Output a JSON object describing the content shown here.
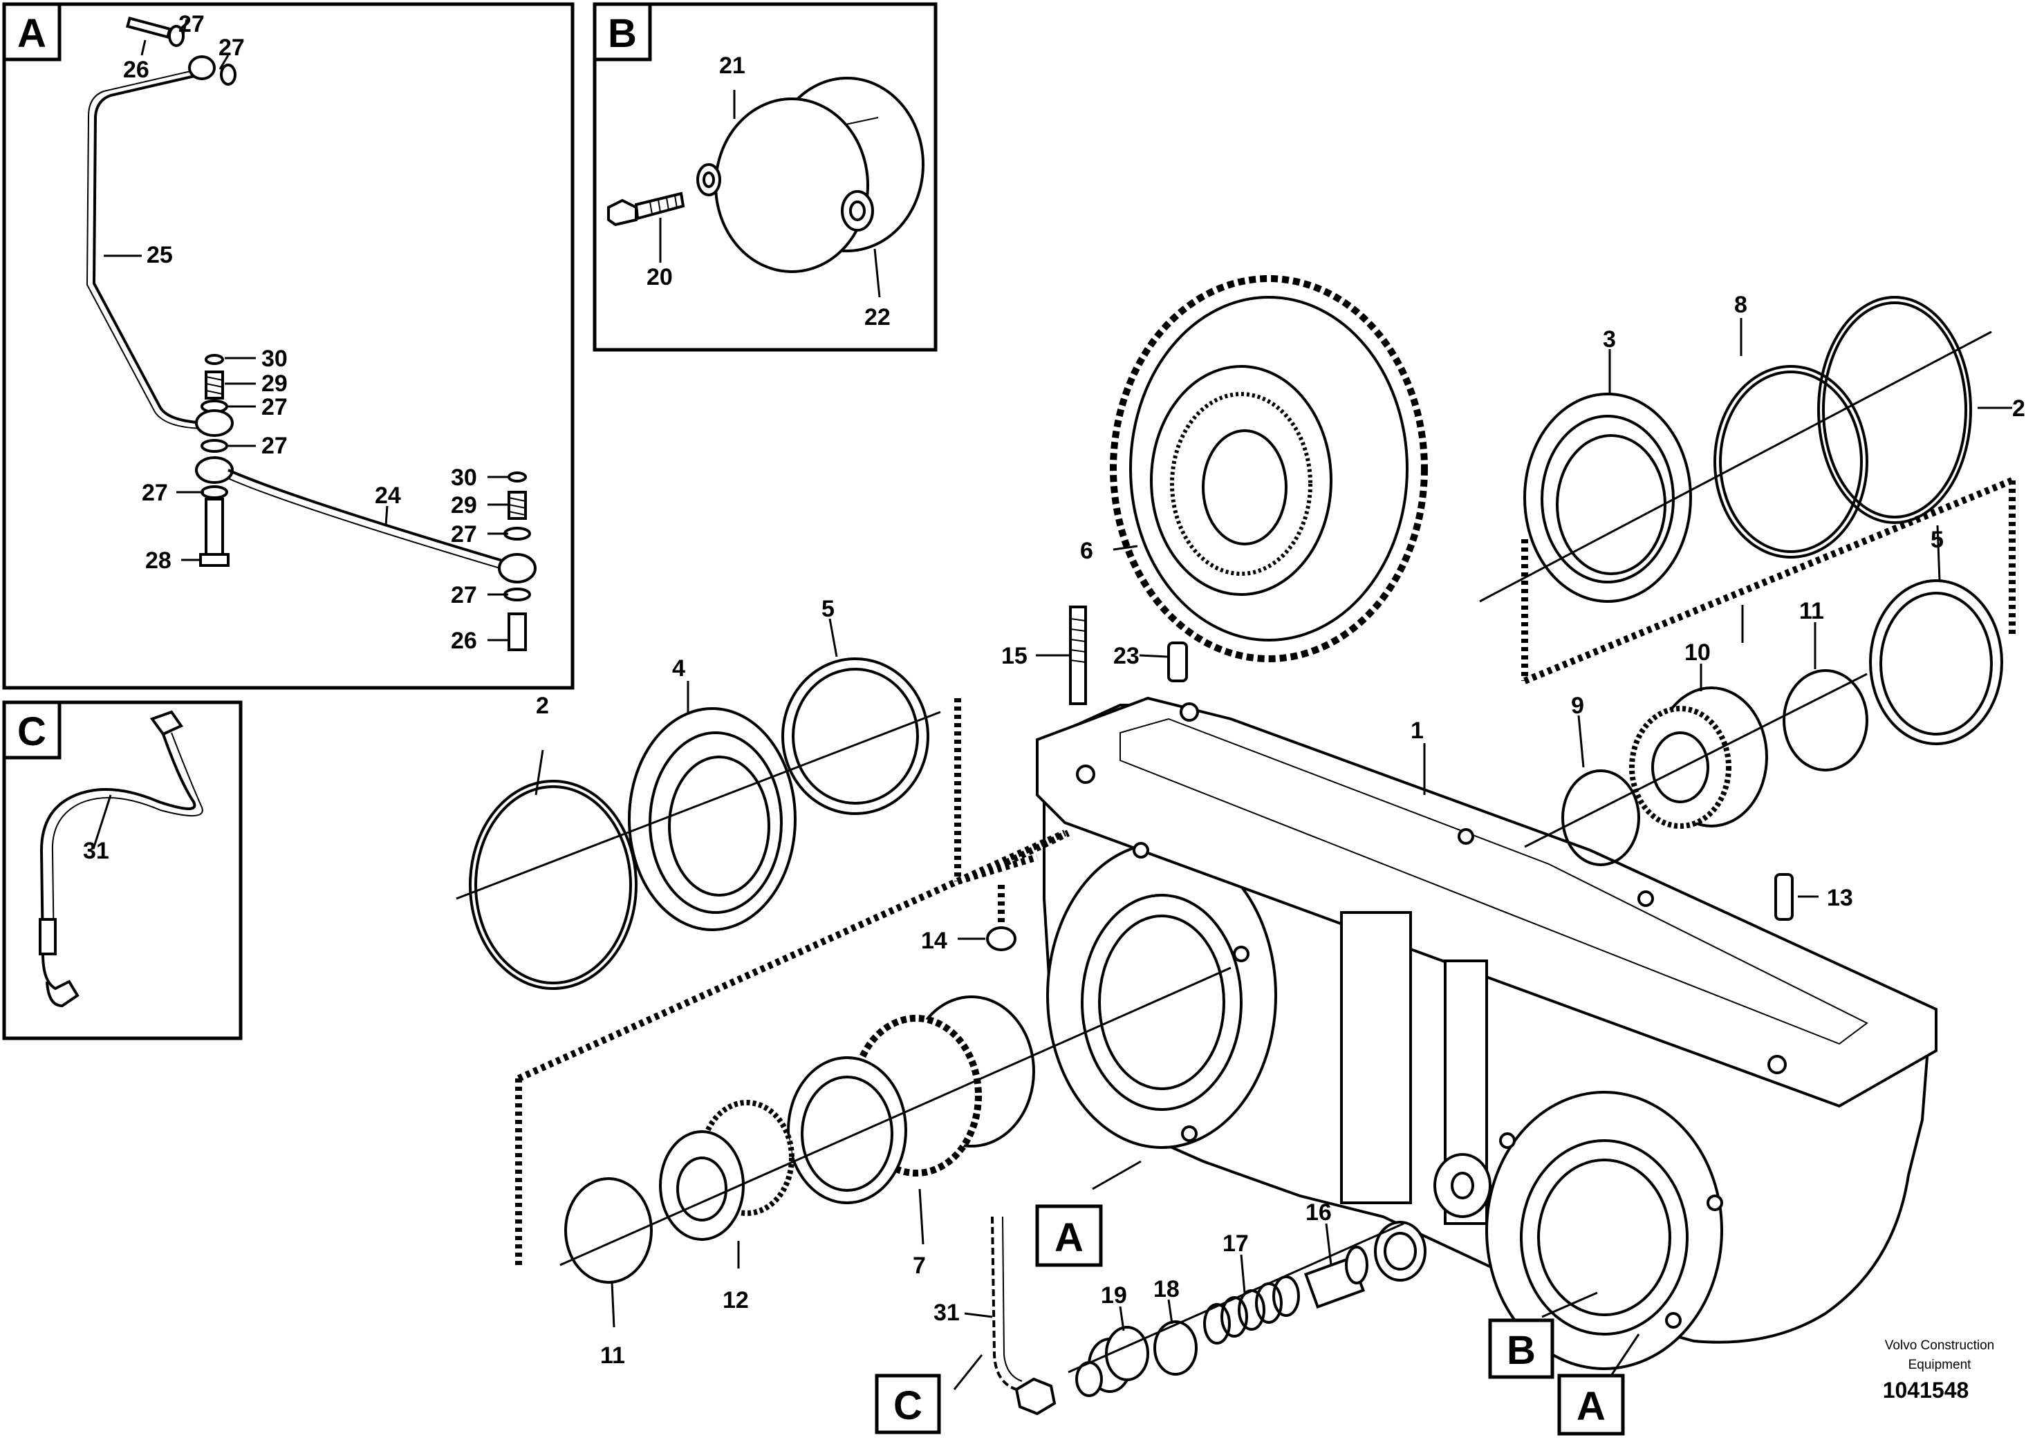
{
  "inset_boxes": {
    "A": {
      "letter": "A",
      "labels": {
        "p27a": "27",
        "p26a": "26",
        "p27b": "27",
        "p25": "25",
        "p30a": "30",
        "p29a": "29",
        "p27c": "27",
        "p27d": "27",
        "p27e": "27",
        "p24": "24",
        "p28": "28",
        "p30b": "30",
        "p29b": "29",
        "p27f": "27",
        "p27g": "27",
        "p26b": "26"
      }
    },
    "B": {
      "letter": "B",
      "labels": {
        "p21": "21",
        "p20": "20",
        "p22": "22"
      }
    },
    "C": {
      "letter": "C",
      "labels": {
        "p31": "31"
      }
    }
  },
  "main": {
    "labels": {
      "p1": "1",
      "p2a": "2",
      "p2b": "2",
      "p3": "3",
      "p4": "4",
      "p5a": "5",
      "p5b": "5",
      "p6": "6",
      "p7": "7",
      "p8": "8",
      "p9": "9",
      "p10": "10",
      "p11a": "11",
      "p11b": "11",
      "p12": "12",
      "p13": "13",
      "p14": "14",
      "p15": "15",
      "p16": "16",
      "p17": "17",
      "p18": "18",
      "p19": "19",
      "p23": "23",
      "p31": "31"
    },
    "refs": {
      "A1": "A",
      "A2": "A",
      "B": "B",
      "C": "C"
    }
  },
  "footer": {
    "line1": "Volvo Construction",
    "line2": "Equipment",
    "number": "1041548"
  }
}
